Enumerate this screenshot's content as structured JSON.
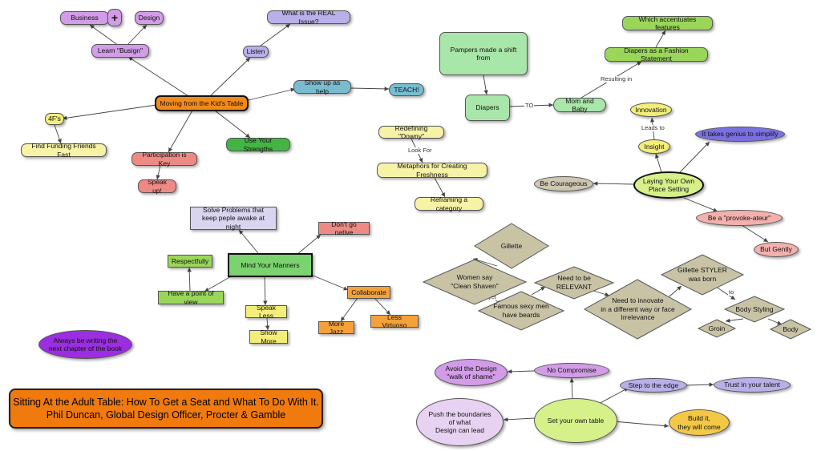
{
  "title": {
    "line1": "Sitting At the Adult Table: How To Get a Seat and What To Do With It.",
    "line2": "Phil Duncan, Global Design Officer, Procter & Gamble"
  },
  "colors": {
    "purple_light": "#d39ce8",
    "lavender": "#b8b0e8",
    "blue_purple": "#7a70e0",
    "teal": "#78bcd0",
    "orange": "#f28a1a",
    "orange_light": "#f4a13a",
    "yellow": "#f3ee7a",
    "yellow_light": "#f6f2a6",
    "green": "#44b544",
    "green_light": "#a9e6a9",
    "lime": "#9ad65a",
    "lime_light": "#d6f08a",
    "red_light": "#ee8a86",
    "pink": "#f3b0ac",
    "grey": "#cdc7b2",
    "diamond": "#c9c3a6",
    "magenta": "#9a2ee0",
    "lilac_box": "#d9d4f0"
  },
  "nodes": {
    "business": "Business",
    "plus": "+",
    "design": "Design",
    "learn_busign": "Learn \"Busign\"",
    "real_issue": "What is the REAL Issue?",
    "listen": "Listen",
    "kids_table": "Moving from the Kid's Table",
    "show_up": "Show up as help",
    "teach": "TEACH!",
    "four_fs": "4F's",
    "funding_friends": "Find Funding Friends Fast",
    "participation": "Participation is Key",
    "speak_up": "Speak up!",
    "strengths": "Use Your Strengths",
    "pampers": "Pampers made a shift from",
    "diapers": "Diapers",
    "mom_baby": "Mom and Baby",
    "fashion": "Diapers as a Fashion Statement",
    "accentuates": "Which accentuates features",
    "innovation": "Innovation",
    "insight": "Insight",
    "genius": "It takes genius to simplify",
    "downy": "Redefining \"Downy\"",
    "metaphors": "Metaphors for Creating Freshness",
    "reframing": "Reframing a category",
    "courageous": "Be Courageous",
    "own_place": "Laying Your Own\nPlace Setting",
    "provoke": "Be a \"provoke-ateur\"",
    "gently": "But Gently",
    "solve_problems": "Solve Problems that\nkeep peple awake at night",
    "dont_go_native": "Don't go native",
    "manners": "Mind Your Manners",
    "respectfully": "Respectfully",
    "point_of_view": "Have a point of view",
    "speak_less": "Speak Less",
    "show_more": "Show More",
    "collaborate": "Collaborate",
    "more_jazz": "More Jazz",
    "less_virtuoso": "Less Virtuoso",
    "always_writing": "Always be writing the\nnext chapter of the book",
    "gillette": "Gillette",
    "women_say": "Women say\n\"Clean Shaven\"",
    "sexy_men": "Famous sexy men\nhave beards",
    "relevant": "Need to be\nRELEVANT",
    "innovate": "Need to innovate\nin a different way or face\nIrrelevance",
    "styler": "Gillette STYLER\nwas born",
    "body_styling": "Body Styling",
    "groin": "Groin",
    "body": "Body",
    "walk_of_shame": "Avoid the Design\n\"walk of shame\"",
    "no_compromise": "No Compromise",
    "edge": "Step to the edge",
    "trust": "Trust in your talent",
    "push": "Push the boundaries\nof what\nDesign can lead",
    "own_table": "Set your own table",
    "build_it": "Build it,\nthey will come"
  },
  "link_labels": {
    "to": "TO",
    "resulting_in": "Resulting in",
    "leads_to": "Leads to",
    "look_for": "Look For",
    "yet": "yet",
    "to_lower": "to"
  }
}
